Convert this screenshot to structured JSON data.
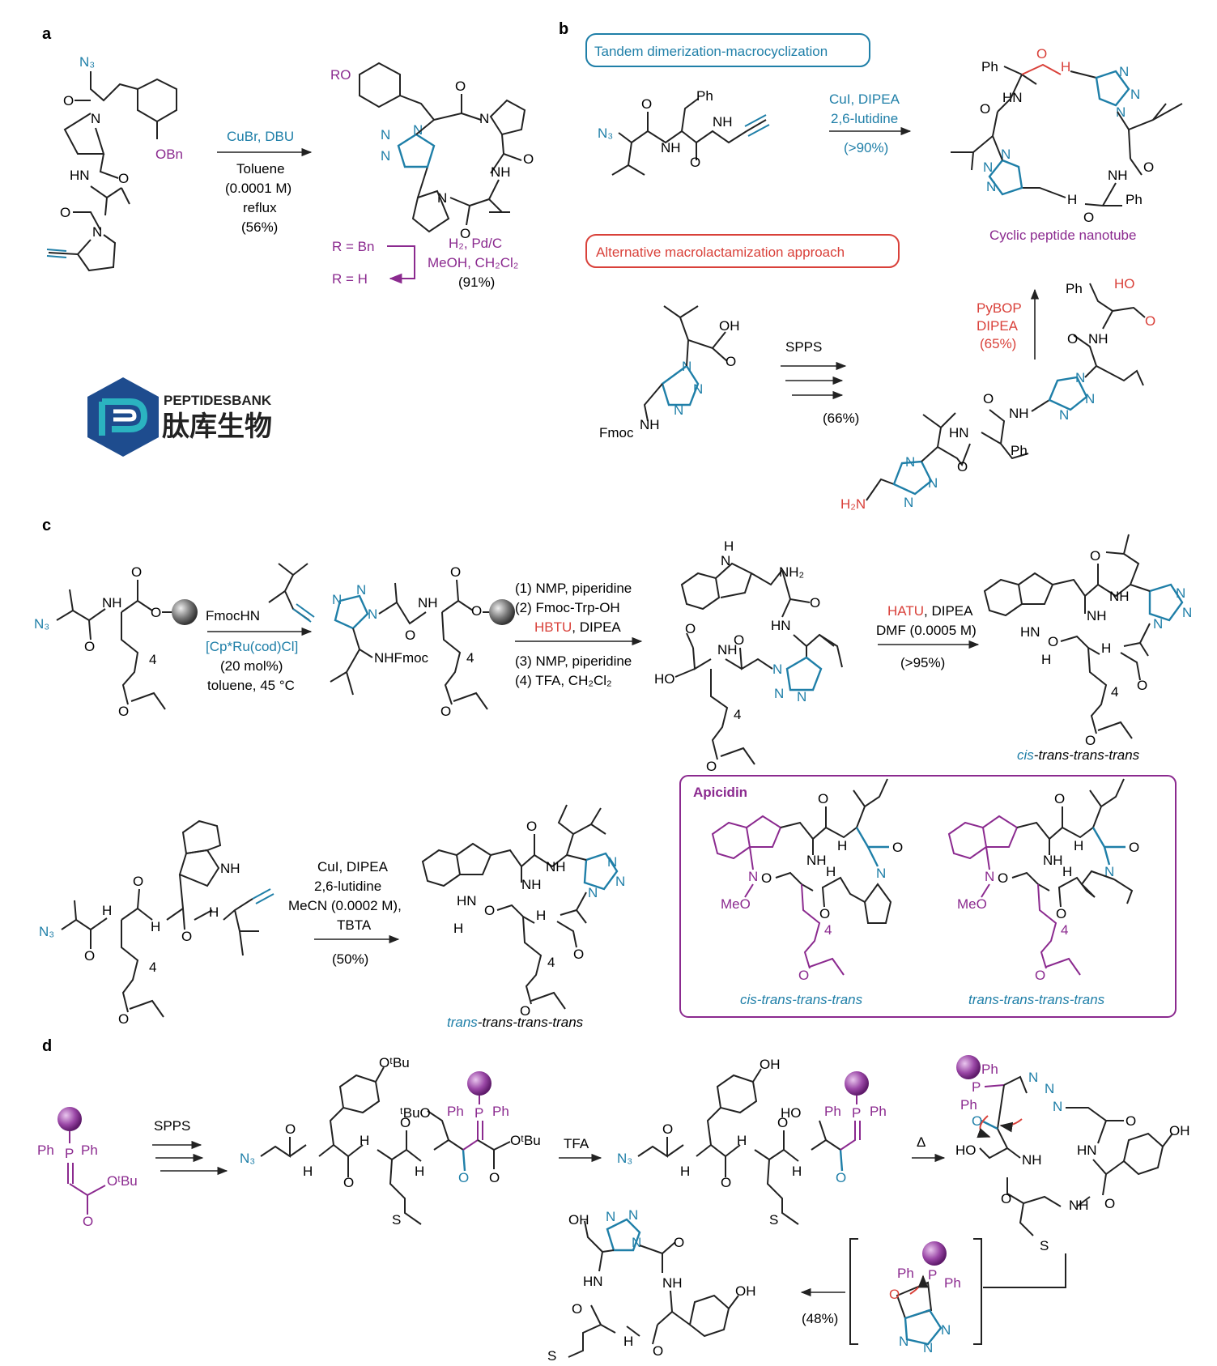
{
  "panels": {
    "a": "a",
    "b": "b",
    "c": "c",
    "d": "d"
  },
  "colors": {
    "blue": "#1f7fa8",
    "purple": "#8b2a8f",
    "red": "#d9413a",
    "black": "#222222",
    "navy": "#1e4c8e",
    "teal": "#2bb3c0"
  },
  "logo": {
    "name_en": "PEPTIDESBANK",
    "name_cn": "肽库生物"
  },
  "a": {
    "cond1": "CuBr, DBU",
    "cond2": "Toluene",
    "cond3": "(0.0001 M)",
    "cond4": "reflux",
    "cond5": "(56%)",
    "r_bn": "R = Bn",
    "r_h": "R = H",
    "cond_h2": "H₂, Pd/C",
    "cond_meoh": "MeOH, CH₂Cl₂",
    "yield2": "(91%)",
    "atoms": {
      "n3": "N₃",
      "obn": "OBn",
      "ro": "RO",
      "n": "N",
      "o": "O",
      "hn": "HN",
      "nh": "NH"
    }
  },
  "b": {
    "box1": "Tandem dimerization-macrocyclization",
    "box2": "Alternative macrolactamization approach",
    "cond1": "CuI, DIPEA",
    "cond2": "2,6-lutidine",
    "cond3": "(>90%)",
    "product": "Cyclic peptide nanotube",
    "spps": "SPPS",
    "spps_yield": "(66%)",
    "pybop": "PyBOP",
    "dipea": "DIPEA",
    "pybop_yield": "(65%)",
    "atoms": {
      "n3": "N₃",
      "ph": "Ph",
      "oh": "OH",
      "ho": "HO",
      "fmoc_nh": "Fmoc",
      "nh": "NH",
      "h2n": "H₂N",
      "hn": "HN",
      "h": "H",
      "n": "N",
      "o": "O"
    }
  },
  "c": {
    "reagent": "FmocHN",
    "cat": "[Cp*Ru(cod)Cl]",
    "cat_load": "(20 mol%)",
    "cat_cond": "toluene, 45 °C",
    "step1": "(1) NMP, piperidine",
    "step2": "(2) Fmoc-Trp-OH",
    "step2b_red": "HBTU",
    "step2b": ", DIPEA",
    "step3": "(3) NMP, piperidine",
    "step4": "(4) TFA, CH₂Cl₂",
    "hatu_red": "HATU",
    "hatu": ", DIPEA",
    "hatu2": "DMF (0.0005 M)",
    "hatu_yield": "(>95%)",
    "label_ctt_italic_blue": "cis",
    "label_ctt_rest": "-trans-trans-trans",
    "cu1": "CuI, DIPEA",
    "cu2": "2,6-lutidine",
    "cu3": "MeCN (0.0002 M),",
    "cu4": "TBTA",
    "cu_yield": "(50%)",
    "label_ttt_blue": "trans",
    "label_ttt_rest": "-trans-trans-trans",
    "apicidin": "Apicidin",
    "api_left": "cis-trans-trans-trans",
    "api_right": "trans-trans-trans-trans",
    "atoms": {
      "n3": "N₃",
      "nhfmoc": "NHFmoc",
      "nh2": "NH₂",
      "ho": "HO",
      "hn": "HN",
      "nh": "NH",
      "meo": "MeO",
      "h": "H",
      "n": "N",
      "o": "O",
      "four": "4"
    }
  },
  "d": {
    "spps": "SPPS",
    "tfa": "TFA",
    "delta": "Δ",
    "yield": "(48%)",
    "atoms": {
      "ph": "Ph",
      "p": "P",
      "otbu": "OᵗBu",
      "tbuo": "ᵗBuO",
      "n3": "N₃",
      "oh": "OH",
      "ho": "HO",
      "s": "S",
      "h": "H",
      "n": "N",
      "o": "O",
      "hn": "HN",
      "nh": "NH"
    }
  }
}
